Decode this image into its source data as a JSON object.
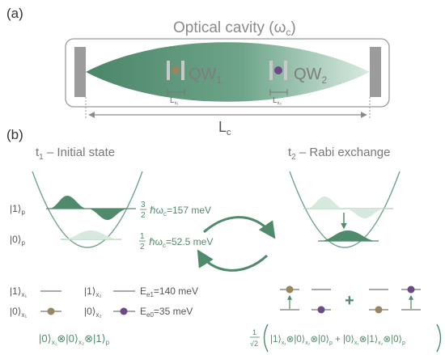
{
  "panel_a": {
    "label": "(a)",
    "title": "Optical cavity (ω",
    "title_sub": "c",
    "title_close": ")",
    "qw1": "QW",
    "qw1_sub": "1",
    "qw2": "QW",
    "qw2_sub": "2",
    "lx1": "L",
    "lx1_sub": "x₁",
    "lx2": "L",
    "lx2_sub": "x₂",
    "lc": "L",
    "lc_sub": "c"
  },
  "panel_b": {
    "label": "(b)",
    "t1_title": "t",
    "t1_sub": "1",
    "t1_rest": " – Initial state",
    "t2_title": "t",
    "t2_sub": "2",
    "t2_rest": " – Rabi exchange",
    "ket1p": "|1⟩",
    "ket1p_sub": "p",
    "ket0p": "|0⟩",
    "ket0p_sub": "p",
    "e_high_frac_num": "3",
    "e_high_frac_den": "2",
    "e_high_text": "ℏω",
    "e_high_sub": "c",
    "e_high_val": "=157 meV",
    "e_low_frac_num": "1",
    "e_low_frac_den": "2",
    "e_low_text": "ℏω",
    "e_low_sub": "c",
    "e_low_val": "=52.5 meV",
    "ket1x1": "|1⟩",
    "ket1x1_sub": "x₁",
    "ket0x1": "|0⟩",
    "ket0x1_sub": "x₁",
    "ket1x2": "|1⟩",
    "ket1x2_sub": "x₂",
    "ket0x2": "|0⟩",
    "ket0x2_sub": "x₂",
    "ee1": "E",
    "ee1_sub": "e1",
    "ee1_val": "=140 meV",
    "ee0": "E",
    "ee0_sub": "e0",
    "ee0_val": "=35 meV",
    "plus": "+",
    "state_left": "|0⟩",
    "state_left_s1": "x₁",
    "state_left_m1": "⊗|0⟩",
    "state_left_s2": "x₂",
    "state_left_m2": "⊗|1⟩",
    "state_left_s3": "p",
    "sqrt_num": "1",
    "sqrt_den": "√2",
    "super_a": "|1⟩",
    "super_a_s1": "x₁",
    "super_a_m1": "⊗|0⟩",
    "super_a_s2": "x₂",
    "super_a_m2": "⊗|0⟩",
    "super_a_s3": "p",
    "super_plus": " + ",
    "super_b": "|0⟩",
    "super_b_s1": "x₁",
    "super_b_m1": "⊗|1⟩",
    "super_b_s2": "x₂",
    "super_b_m2": "⊗|0⟩",
    "super_b_s3": "p"
  },
  "colors": {
    "green_dark": "#4f8a6c",
    "green_light": "#d7e9df",
    "gray_text": "#7a7a7a",
    "brown_dot": "#9a8561",
    "purple_dot": "#6d4a86",
    "mirror": "#9c9c9c"
  }
}
